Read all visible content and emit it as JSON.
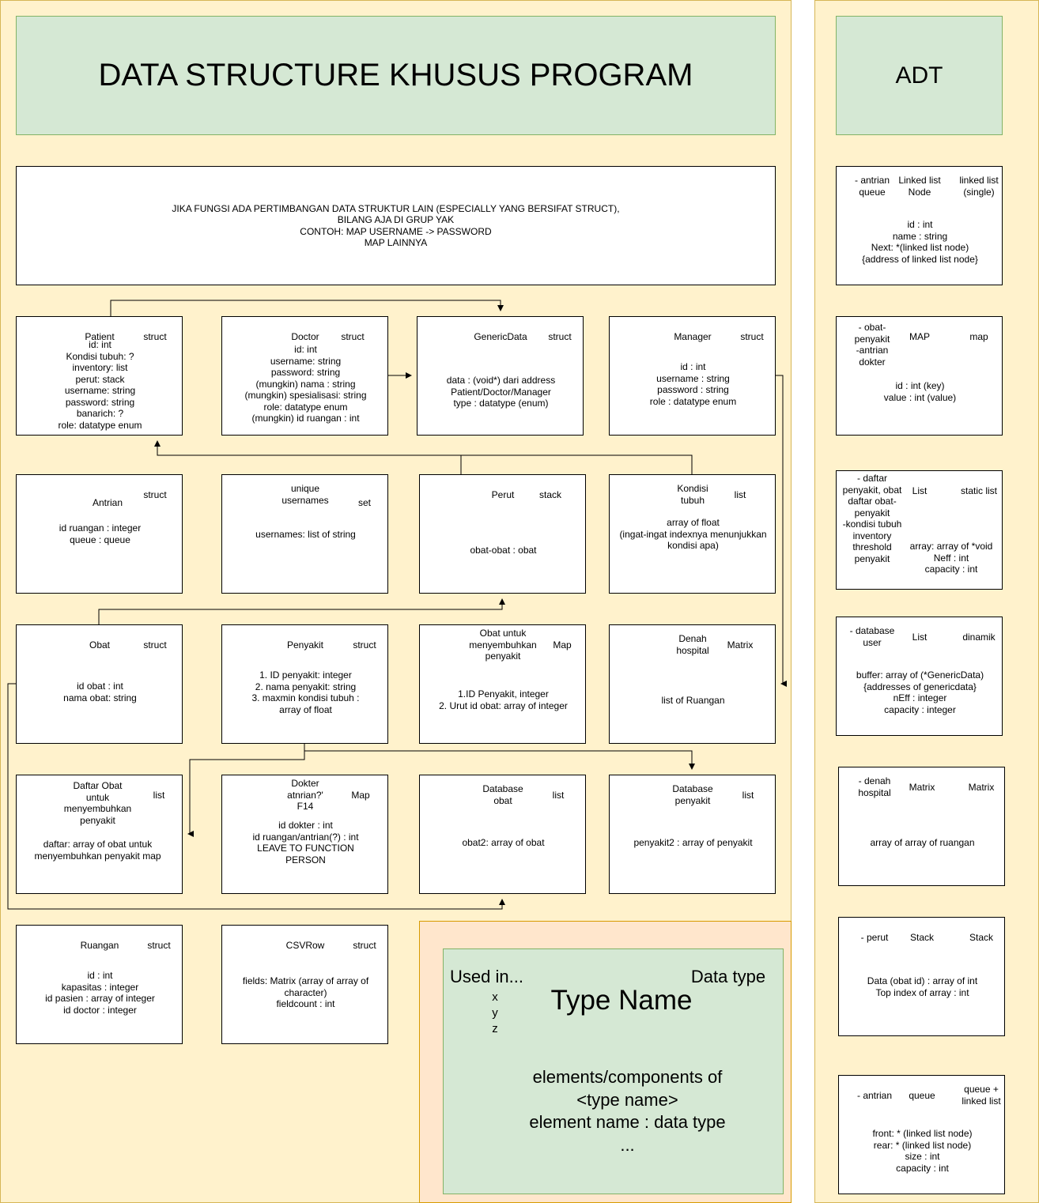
{
  "main_title": "DATA STRUCTURE KHUSUS PROGRAM",
  "adt_title": "ADT",
  "note": "JIKA FUNGSI ADA PERTIMBANGAN DATA STRUKTUR LAIN (ESPECIALLY YANG BERSIFAT STRUCT),\nBILANG AJA DI GRUP YAK\nCONTOH: MAP USERNAME -> PASSWORD\nMAP LAINNYA",
  "boxes": {
    "patient": {
      "name": "Patient",
      "type": "struct",
      "body": "id: int\nKondisi tubuh: ?\ninventory: list\nperut: stack\nusername: string\npassword: string\nbanarich: ?\nrole: datatype enum"
    },
    "doctor": {
      "name": "Doctor",
      "type": "struct",
      "body": "id: int\nusername: string\npassword: string\n(mungkin) nama : string\n(mungkin) spesialisasi: string\nrole: datatype enum\n(mungkin) id ruangan : int"
    },
    "generic": {
      "name": "GenericData",
      "type": "struct",
      "body": "data : (void*) dari address\nPatient/Doctor/Manager\ntype : datatype (enum)"
    },
    "manager": {
      "name": "Manager",
      "type": "struct",
      "body": "id : int\nusername : string\npassword : string\nrole : datatype enum"
    },
    "antrian": {
      "name": "Antrian",
      "type": "struct",
      "body": "id ruangan : integer\nqueue : queue"
    },
    "unique": {
      "name": "unique\nusernames",
      "type": "set",
      "body": "usernames: list of string"
    },
    "perut": {
      "name": "Perut",
      "type": "stack",
      "body": "obat-obat : obat"
    },
    "kondisi": {
      "name": "Kondisi\ntubuh",
      "type": "list",
      "body": "array of float\n(ingat-ingat indexnya menunjukkan\nkondisi apa)"
    },
    "obat": {
      "name": "Obat",
      "type": "struct",
      "body": "id obat : int\nnama obat: string"
    },
    "penyakit": {
      "name": "Penyakit",
      "type": "struct",
      "body": "1. ID penyakit: integer\n2. nama penyakit: string\n3. maxmin kondisi tubuh :\narray of float"
    },
    "obat_untuk": {
      "name": "Obat untuk\nmenyembuhkan\npenyakit",
      "type": "Map",
      "body": "1.ID Penyakit, integer\n2. Urut id obat: array of integer"
    },
    "denah": {
      "name": "Denah\nhospital",
      "type": "Matrix",
      "body": "list of Ruangan"
    },
    "daftar_obat": {
      "name": "Daftar Obat\nuntuk\nmenyembuhkan\npenyakit",
      "type": "list",
      "body": "daftar: array of obat untuk\nmenyembuhkan penyakit map"
    },
    "dokter_antrian": {
      "name": "Dokter\natnrian?'\nF14",
      "type": "Map",
      "body": "id dokter : int\nid ruangan/antrian(?) : int\nLEAVE TO FUNCTION\nPERSON"
    },
    "db_obat": {
      "name": "Database\nobat",
      "type": "list",
      "body": "obat2: array of obat"
    },
    "db_penyakit": {
      "name": "Database\npenyakit",
      "type": "list",
      "body": "penyakit2 : array of penyakit"
    },
    "ruangan": {
      "name": "Ruangan",
      "type": "struct",
      "body": "id : int\nkapasitas : integer\nid pasien : array of integer\nid doctor : integer"
    },
    "csvrow": {
      "name": "CSVRow",
      "type": "struct",
      "body": "fields: Matrix (array of array of\ncharacter)\nfieldcount : int"
    }
  },
  "legend": {
    "used_in": "Used in...",
    "used_list": "x\ny\nz",
    "data_type": "Data type",
    "type_name": "Type Name",
    "elements": "elements/components of\n<type name>\nelement name : data type\n..."
  },
  "adt": [
    {
      "used": "- antrian\nqueue",
      "name": "Linked list\nNode",
      "type": "linked list\n(single)",
      "body": "id : int\nname : string\nNext: *(linked list node)\n{address of linked list node}"
    },
    {
      "used": "- obat-\npenyakit\n-antrian\ndokter",
      "name": "MAP",
      "type": "map",
      "body": "id : int (key)\nvalue : int (value)"
    },
    {
      "used": "- daftar\npenyakit, obat\ndaftar obat-\npenyakit\n-kondisi tubuh\ninventory\nthreshold\npenyakit",
      "name": "List",
      "type": "static list",
      "body": "array: array of *void\nNeff : int\ncapacity : int"
    },
    {
      "used": "- database\nuser",
      "name": "List",
      "type": "dinamik",
      "body": "buffer: array of (*GenericData)\n{addresses of genericdata}\nnEff : integer\ncapacity : integer"
    },
    {
      "used": "- denah\nhospital",
      "name": "Matrix",
      "type": "Matrix",
      "body": "array of array of ruangan"
    },
    {
      "used": "- perut",
      "name": "Stack",
      "type": "Stack",
      "body": "Data (obat id) : array of int\nTop index of array : int"
    },
    {
      "used": "- antrian",
      "name": "queue",
      "type": "queue +\nlinked list",
      "body": "front: * (linked list node)\nrear: * (linked list node)\nsize : int\ncapacity : int"
    }
  ]
}
